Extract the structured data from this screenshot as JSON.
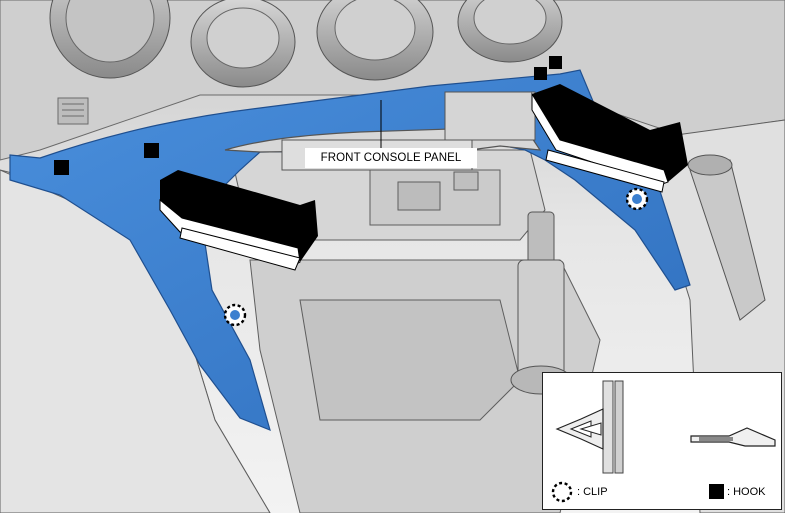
{
  "callouts": {
    "front_console_panel": "FRONT CONSOLE PANEL"
  },
  "legend": {
    "clip_label": ": CLIP",
    "hook_label": ": HOOK"
  },
  "colors": {
    "panel_highlight": "#3b7fcf",
    "arrow_fill": "#000000",
    "arrow_face": "#ffffff",
    "line_art": "#555555",
    "background_tone": "#e2e2e2"
  },
  "icons": [
    "clip-symbol-icon",
    "hook-symbol-icon",
    "removal-arrow-icon"
  ]
}
